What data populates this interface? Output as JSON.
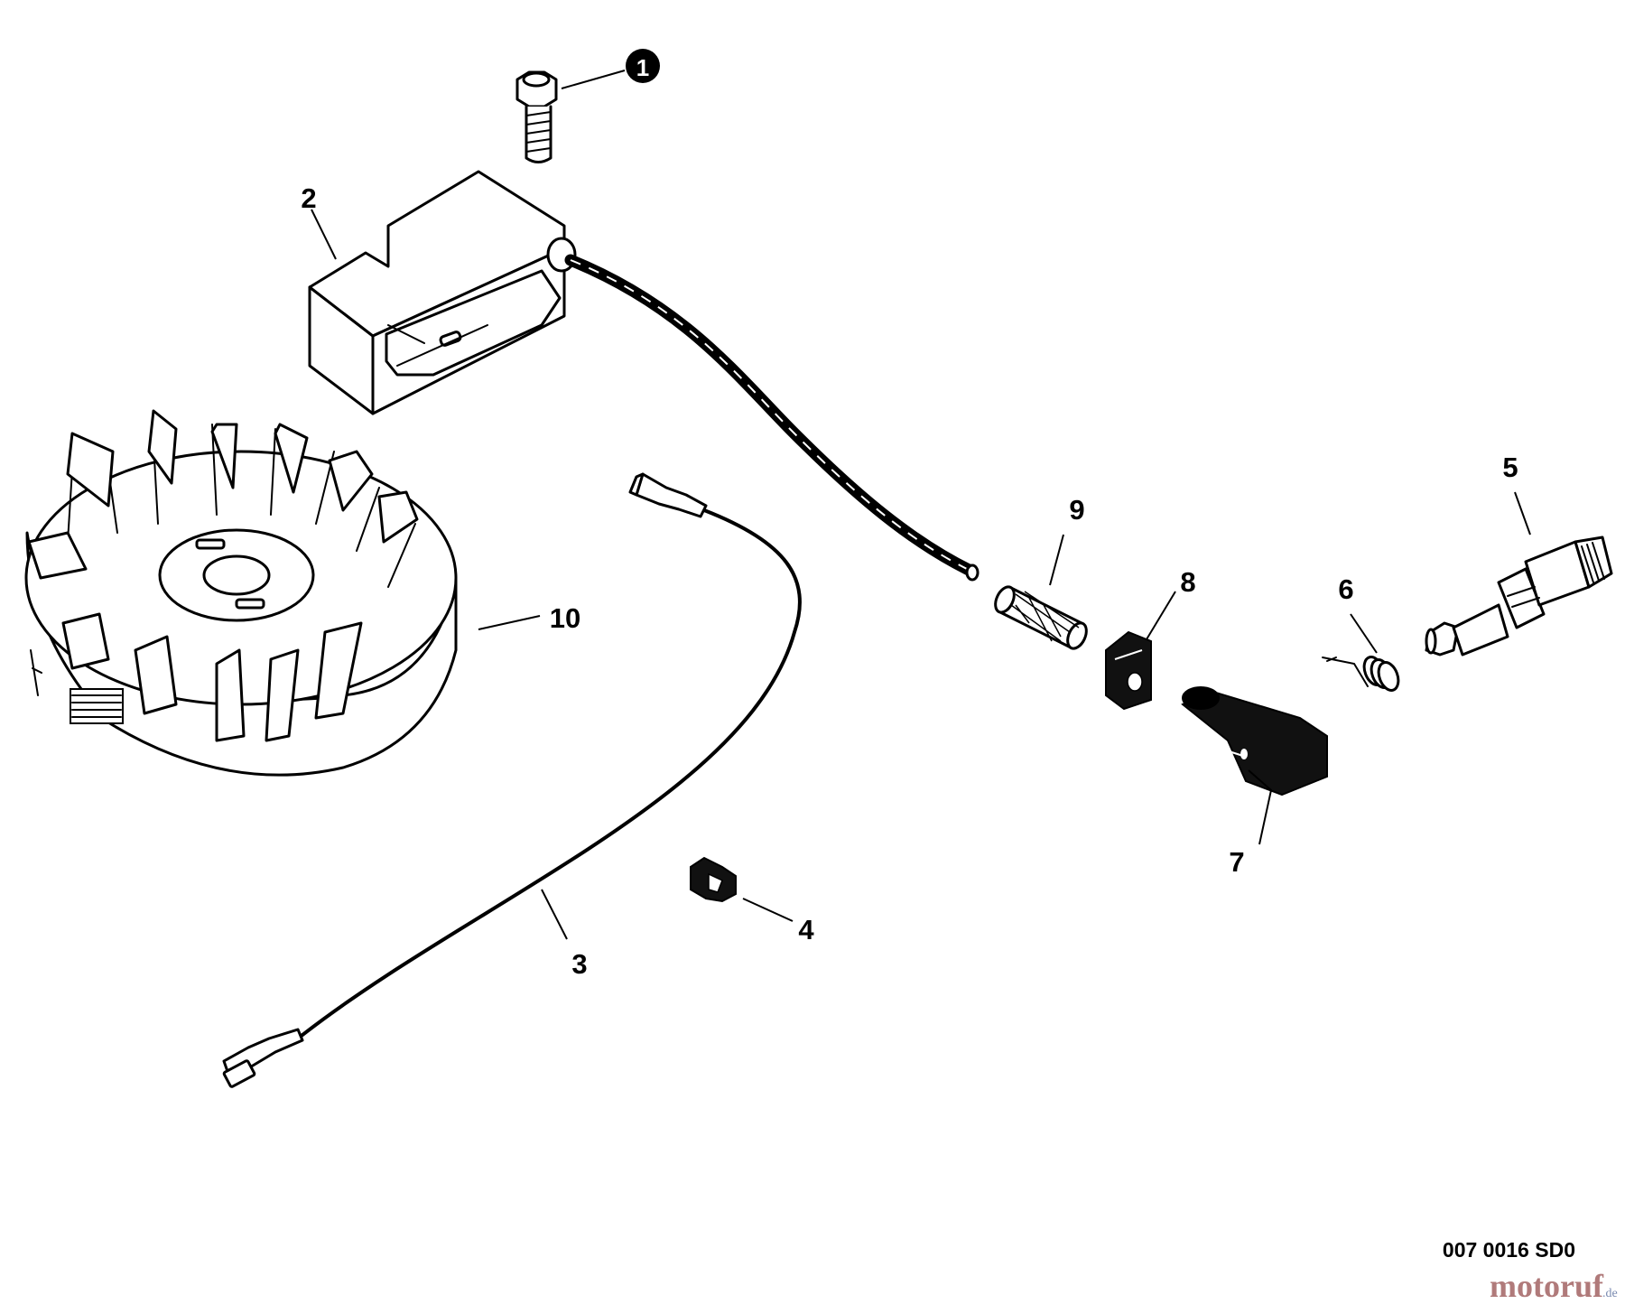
{
  "callouts": [
    {
      "id": "1",
      "text": "1",
      "circled": true
    },
    {
      "id": "2",
      "text": "2"
    },
    {
      "id": "3",
      "text": "3"
    },
    {
      "id": "4",
      "text": "4"
    },
    {
      "id": "5",
      "text": "5"
    },
    {
      "id": "6",
      "text": "6"
    },
    {
      "id": "7",
      "text": "7"
    },
    {
      "id": "8",
      "text": "8"
    },
    {
      "id": "9",
      "text": "9"
    },
    {
      "id": "10",
      "text": "10"
    }
  ],
  "drawing_code": "007 0016 SD0",
  "watermark": {
    "main": "motoruf",
    "suffix": ".de"
  },
  "colors": {
    "line": "#000000",
    "background": "#ffffff",
    "watermark": "#b07a7a"
  }
}
